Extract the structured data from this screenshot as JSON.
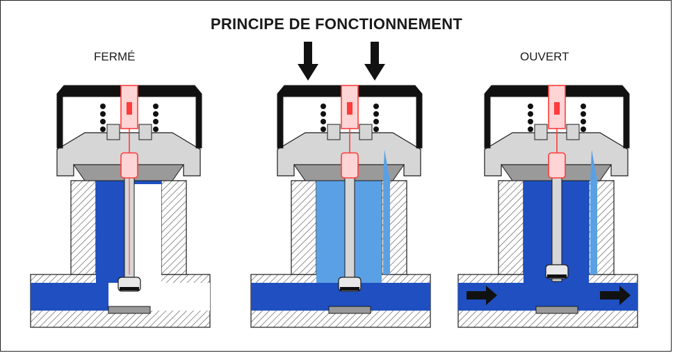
{
  "title": "PRINCIPE DE FONCTIONNEMENT",
  "panels": [
    {
      "id": "ferme",
      "label": "FERMÉ"
    },
    {
      "id": "pression",
      "label": ""
    },
    {
      "id": "ouvert",
      "label": "OUVERT"
    }
  ],
  "colors": {
    "water": "#1f4fc0",
    "water_light": "#5aa0e4",
    "metal": "#d6d6d6",
    "metal_dark": "#9a9a9a",
    "pilot": "#ff3b3b",
    "pilot_fill": "#ffd4d4",
    "outline": "#1a1a1a"
  },
  "icons": {
    "pressure_arrows": "arrow-down-icon",
    "flow_arrows": "flow-arrow-right-icon"
  }
}
